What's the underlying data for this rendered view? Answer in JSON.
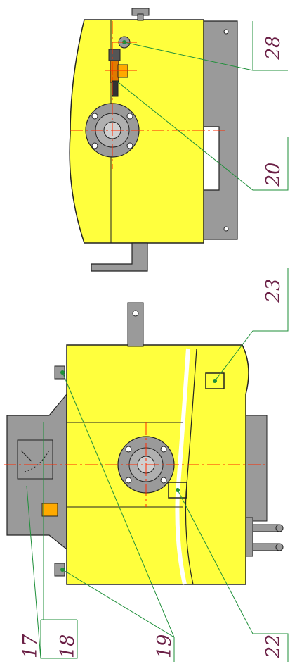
{
  "callouts": {
    "c17": "17",
    "c18": "18",
    "c19": "19",
    "c20": "20",
    "c22": "22",
    "c23": "23",
    "c28": "28"
  },
  "colors": {
    "housing_yellow": "#ffff3d",
    "steel_grey": "#9a9a9a",
    "outline": "#222222",
    "centerline_red": "#ff2a00",
    "leader_green": "#1f8f3a",
    "label_text": "#6a1f45"
  }
}
